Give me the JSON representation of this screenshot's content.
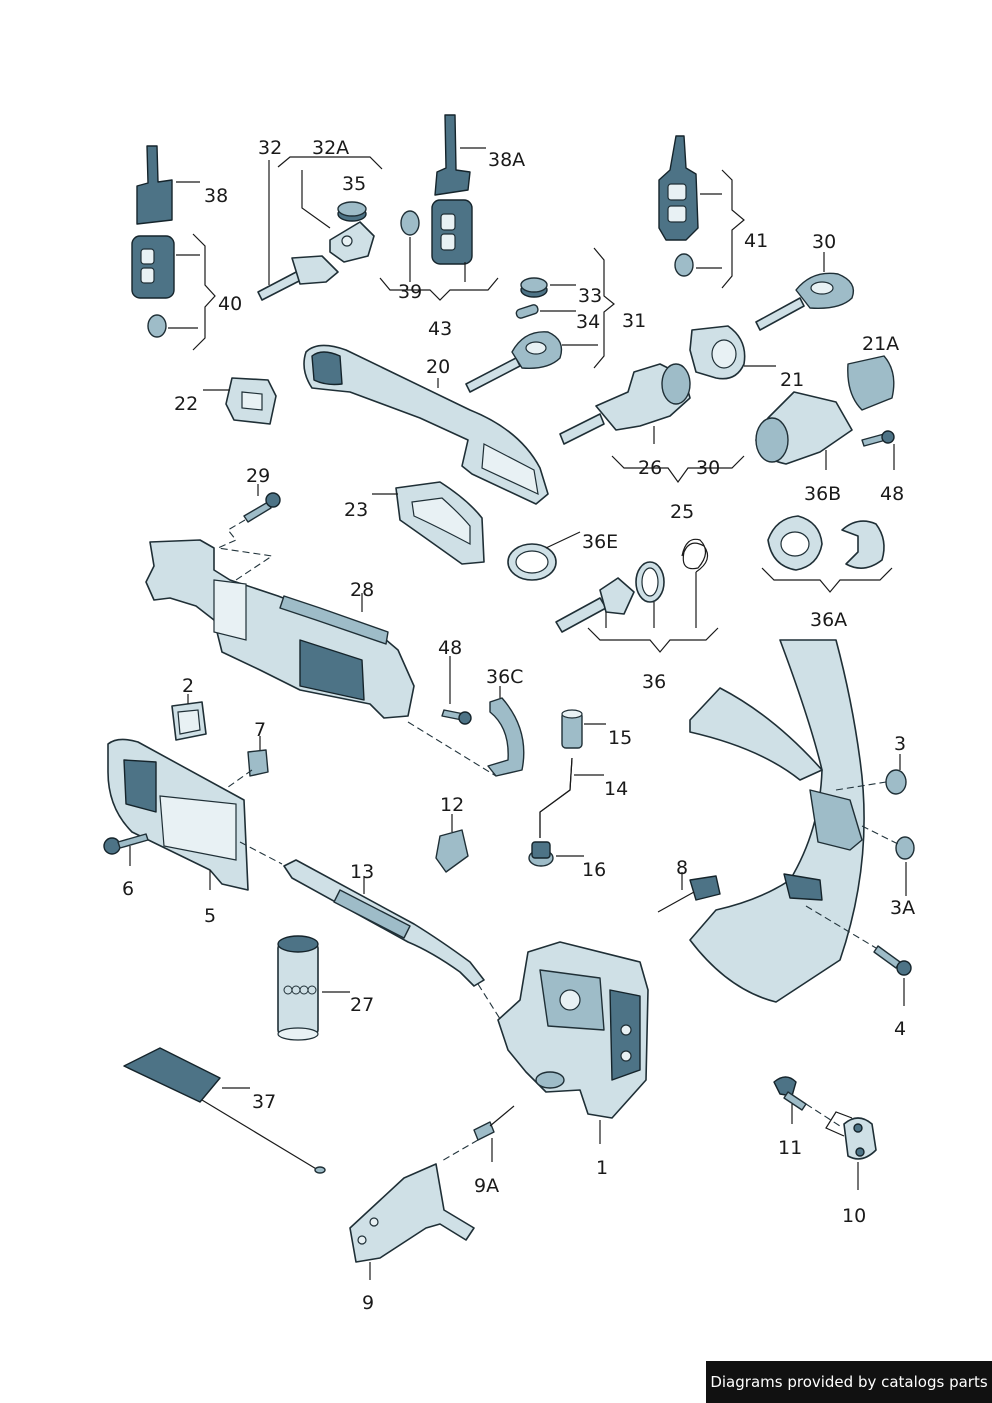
{
  "callouts": {
    "c1": "1",
    "c2": "2",
    "c3": "3",
    "c3A": "3A",
    "c4": "4",
    "c5": "5",
    "c6": "6",
    "c7": "7",
    "c8": "8",
    "c9": "9",
    "c9A": "9A",
    "c10": "10",
    "c11": "11",
    "c12": "12",
    "c13": "13",
    "c14": "14",
    "c15": "15",
    "c16": "16",
    "c20": "20",
    "c21": "21",
    "c21A": "21A",
    "c22": "22",
    "c23": "23",
    "c25": "25",
    "c26": "26",
    "c27": "27",
    "c28": "28",
    "c29": "29",
    "c30a": "30",
    "c30b": "30",
    "c31": "31",
    "c32": "32",
    "c32A": "32A",
    "c33": "33",
    "c34": "34",
    "c35": "35",
    "c36": "36",
    "c36A": "36A",
    "c36B": "36B",
    "c36C": "36C",
    "c36E": "36E",
    "c37": "37",
    "c38": "38",
    "c38A": "38A",
    "c39": "39",
    "c40": "40",
    "c41": "41",
    "c43": "43",
    "c48a": "48",
    "c48b": "48"
  },
  "footer": {
    "credit": "Diagrams provided by catalogs parts"
  },
  "colors": {
    "part": "#cfe0e6",
    "shade": "#4d7386",
    "outline": "#1f2f36",
    "footer_bg": "#111111"
  }
}
